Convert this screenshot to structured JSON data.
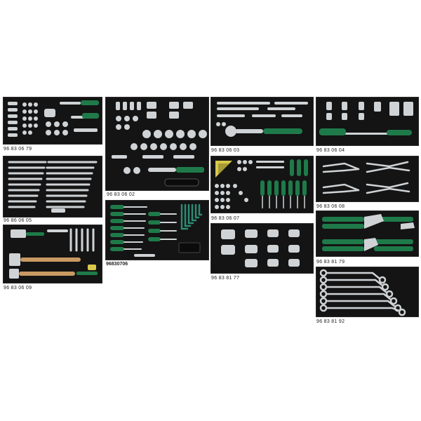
{
  "colors": {
    "background": "#ffffff",
    "tray_foam": "#141414",
    "chrome": "#cfd3d6",
    "handle_green": "#1f7a4a",
    "handle_black": "#0b0b0b",
    "wood": "#c89a62",
    "hex_key_green": "#2e8b73"
  },
  "trays": [
    {
      "id": "96 83 06 79",
      "contents_icon": "socket-set"
    },
    {
      "id": "96 86 06 05",
      "contents_icon": "combination-wrenches"
    },
    {
      "id": "96 83 06 09",
      "contents_icon": "hammer-and-chisels"
    },
    {
      "id": "96 83 06 02",
      "contents_icon": "socket-set"
    },
    {
      "id": "96830706",
      "contents_icon": "screwdrivers-and-hex-keys"
    },
    {
      "id": "96 83 06 03",
      "contents_icon": "ratchet-and-extensions"
    },
    {
      "id": "96 83 06 07",
      "contents_icon": "bits-and-screwdrivers"
    },
    {
      "id": "96 83 81 77",
      "contents_icon": "large-sockets"
    },
    {
      "id": "96 83 06 04",
      "contents_icon": "spark-plug-sockets"
    },
    {
      "id": "96 83 06 08",
      "contents_icon": "circlip-pliers"
    },
    {
      "id": "96 83 81 79",
      "contents_icon": "pliers"
    },
    {
      "id": "96 83 81 92",
      "contents_icon": "ring-spanners"
    }
  ]
}
